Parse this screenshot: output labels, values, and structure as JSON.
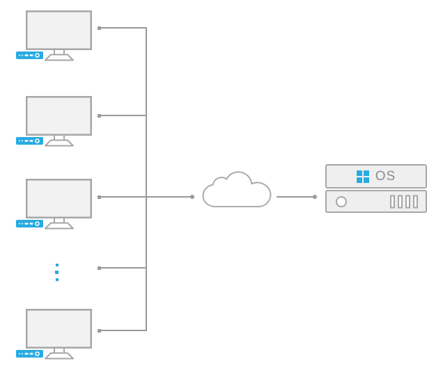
{
  "diagram": {
    "clients": {
      "visible_count": 4,
      "ellipsis_dot_count": 3
    },
    "server": {
      "os_label": "OS"
    },
    "icons": [
      "monitor-icon",
      "thin-client-icon",
      "ellipsis-dots-icon",
      "cloud-icon",
      "windows-logo-icon",
      "power-button-icon",
      "vent-slots-icon"
    ],
    "colors": {
      "accent_blue": "#29ABE2",
      "line_gray": "#999999",
      "border_gray": "#A6A6A6",
      "screen_fill": "#F2F2F2",
      "server_fill": "#EFEFEF",
      "cloud_stroke": "#ABABAB",
      "os_text": "#8C8C8C"
    }
  }
}
